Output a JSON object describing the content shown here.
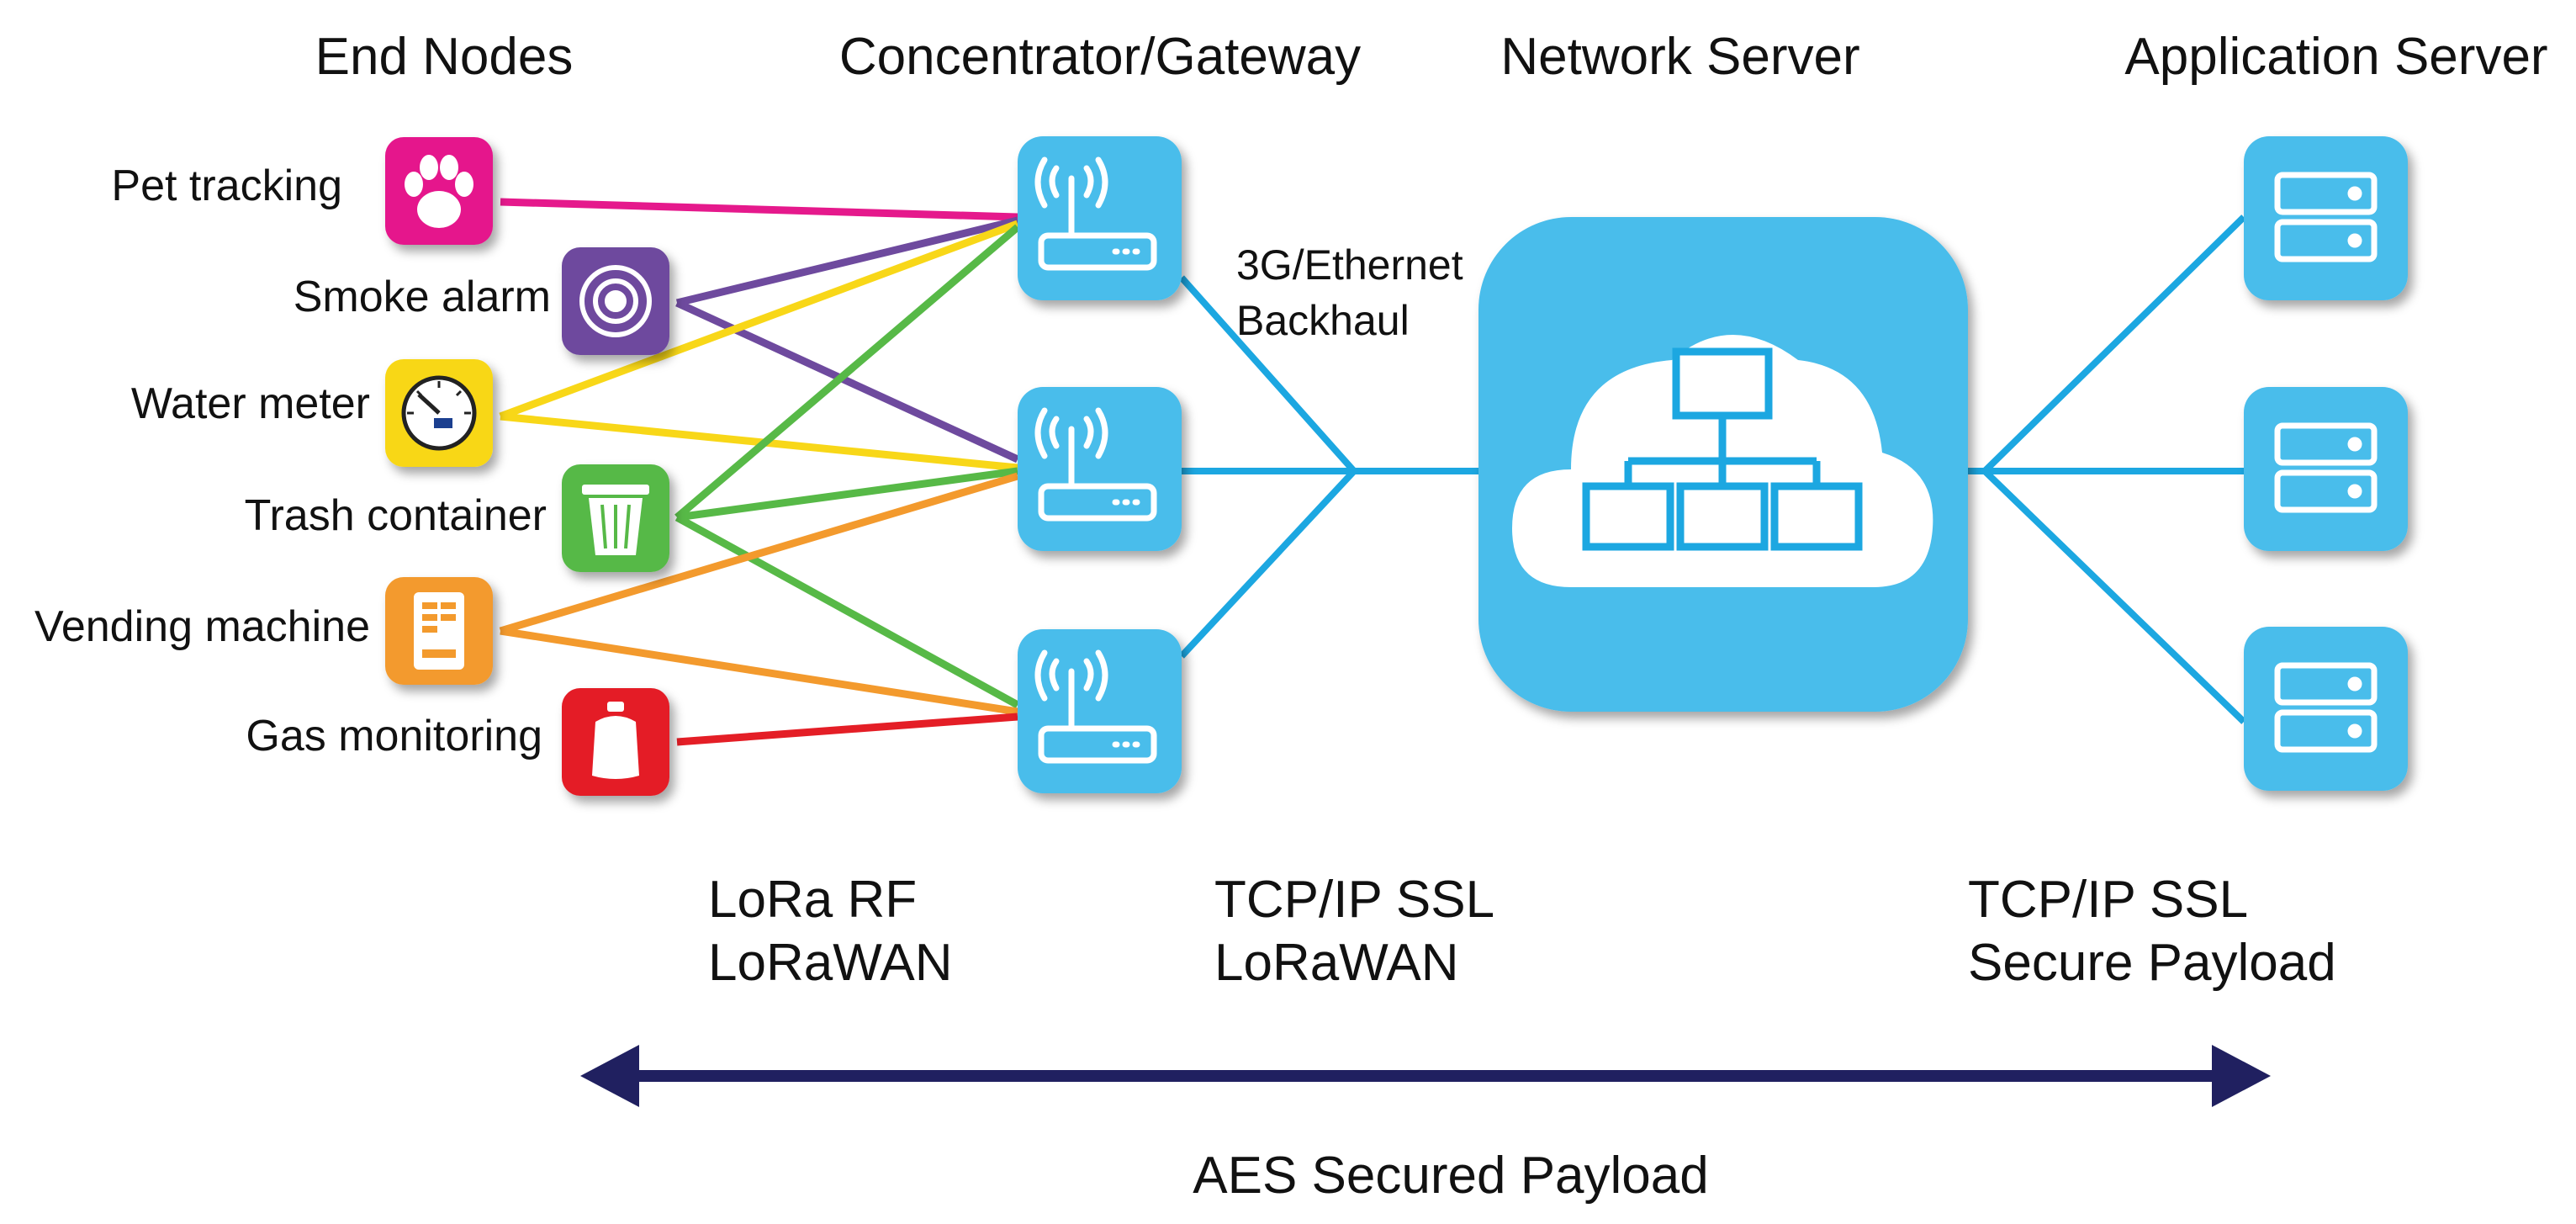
{
  "columns": {
    "end_nodes": "End Nodes",
    "gateway": "Concentrator/Gateway",
    "network_server": "Network Server",
    "application_server": "Application Server"
  },
  "end_nodes": [
    {
      "label": "Pet tracking",
      "icon": "paw-icon",
      "color": "#E5198C"
    },
    {
      "label": "Smoke alarm",
      "icon": "smoke-alarm-icon",
      "color": "#6E4A9E"
    },
    {
      "label": "Water meter",
      "icon": "gauge-icon",
      "color": "#F8D718"
    },
    {
      "label": "Trash container",
      "icon": "trash-bin-icon",
      "color": "#57B947"
    },
    {
      "label": "Vending machine",
      "icon": "vending-machine-icon",
      "color": "#F39A2D"
    },
    {
      "label": "Gas monitoring",
      "icon": "gas-cylinder-icon",
      "color": "#E41E26"
    }
  ],
  "backhaul": {
    "line1": "3G/Ethernet",
    "line2": "Backhaul"
  },
  "protocols": [
    {
      "line1": "LoRa RF",
      "line2": "LoRaWAN"
    },
    {
      "line1": "TCP/IP SSL",
      "line2": "LoRaWAN"
    },
    {
      "line1": "TCP/IP SSL",
      "line2": "Secure Payload"
    }
  ],
  "security_caption": "AES Secured Payload",
  "colors": {
    "blue": "#4ABDEB",
    "blue_line": "#1CA7E1",
    "dark_blue": "#1E8FCB",
    "arrow": "#202060"
  }
}
